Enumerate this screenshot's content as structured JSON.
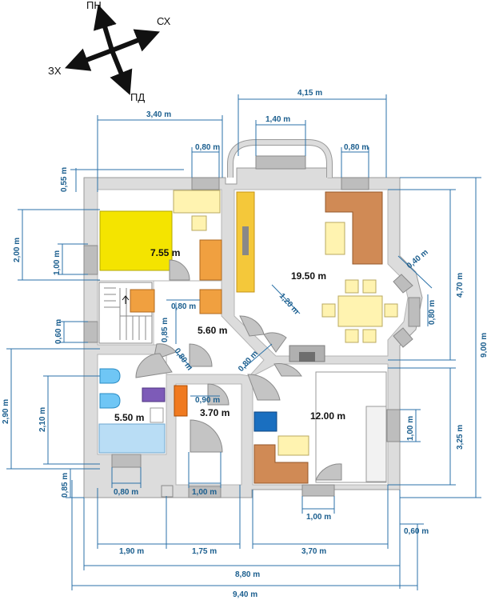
{
  "compass": {
    "north_east": "ПН",
    "east": "СХ",
    "west": "ЗХ",
    "south": "ПД"
  },
  "rooms": {
    "kitchen_area": "7.55 m",
    "living_area": "19.50 m",
    "hall_area": "5.60 m",
    "bath_area": "5.50 m",
    "wc_area": "3.70 m",
    "bedroom_area": "12.00 m"
  },
  "dimensions": {
    "top_left_width": "3,40 m",
    "top_window_left": "0,80 m",
    "top_total_right": "4,15 m",
    "bay_window": "1,40 m",
    "top_window_right": "0,80 m",
    "wall_0_55": "0,55 m",
    "left_2_00": "2,00 m",
    "left_1_00": "1,00 m",
    "left_0_60": "0,60 m",
    "left_2_90": "2,90 m",
    "left_2_10": "2,10 m",
    "left_0_85": "0,85 m",
    "hall_0_80": "0,80 m",
    "hall_0_85": "0,85 m",
    "hall_diag_0_80": "0,80 m",
    "living_diag_1_20": "1,20 m",
    "living_diag_0_80": "0,80 m",
    "wc_door_0_90": "0,90 m",
    "bath_window_0_80": "0,80 m",
    "wc_window_1_00": "1,00 m",
    "bedroom_window_1_00": "1,00 m",
    "bedroom_side_1_00": "1,00 m",
    "bay_side_0_40": "0,40 m",
    "bay_side_0_80": "0,80 m",
    "right_4_70": "4,70 m",
    "right_9_00": "9,00 m",
    "right_3_25": "3,25 m",
    "bottom_1_90": "1,90 m",
    "bottom_1_75": "1,75 m",
    "bottom_3_70": "3,70 m",
    "bottom_0_60": "0,60 m",
    "bottom_8_80": "8,80 m",
    "bottom_9_40": "9,40 m"
  },
  "colors": {
    "dimension": "#2b72a8",
    "kitchen_counter": "#f4e400",
    "cabinet_orange": "#f0a040",
    "furniture_cream": "#fff3b0",
    "sofa_brown": "#d08a55",
    "shower_blue": "#6fc6f5",
    "bath_blue": "#b9ddf5",
    "purple": "#7d5bb8",
    "wardrobe_blue": "#1a6fc0"
  }
}
